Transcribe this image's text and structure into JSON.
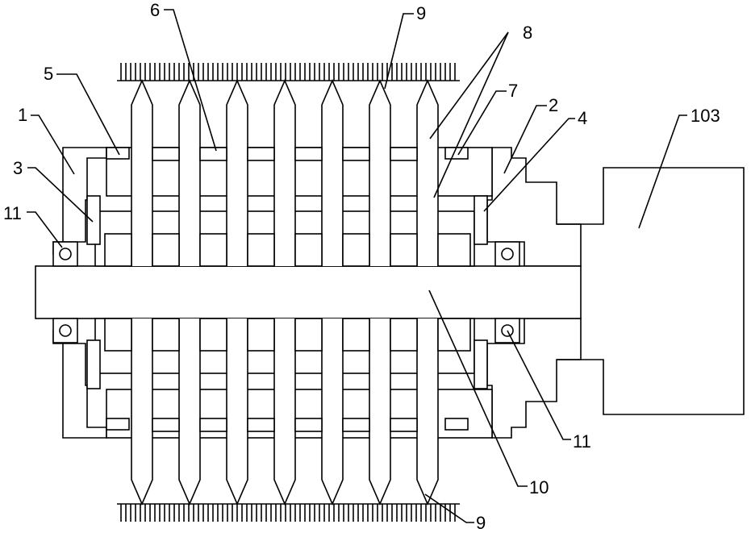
{
  "labels": {
    "l1": "1",
    "l2": "2",
    "l3": "3",
    "l4": "4",
    "l5": "5",
    "l6": "6",
    "l7": "7",
    "l8": "8",
    "l9_top": "9",
    "l9_bottom": "9",
    "l10": "10",
    "l11_left": "11",
    "l11_right": "11",
    "l103": "103"
  }
}
